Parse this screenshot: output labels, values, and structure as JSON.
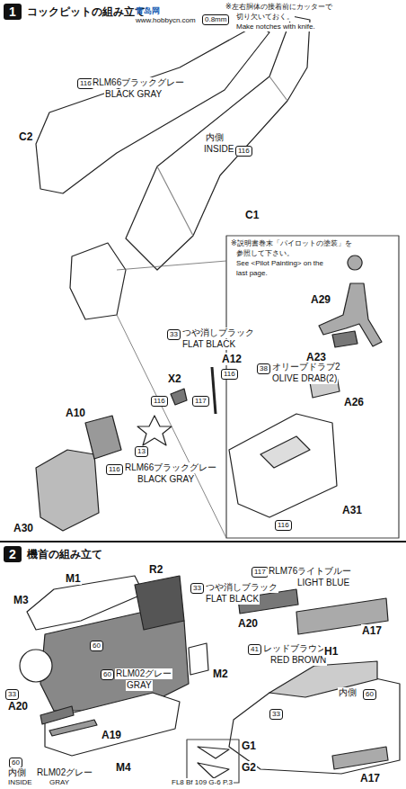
{
  "diagram": {
    "nodes": [
      {
        "text": [
          "1",
          "コックピットの組み立て"
        ]
      },
      {
        "text": [
          "2",
          "機首の組み立て"
        ]
      }
    ],
    "labels": [
      "青岛网",
      "www.hobbycn.com",
      "116",
      "RLM66ブラックグレー",
      "BLACK GRAY",
      "C2",
      "C1",
      "0.8mm",
      "※左右胴体の接着前にカッターで",
      "切り欠いておく。",
      "Make notches with knife.",
      "内側",
      "INSIDE",
      "116",
      "※説明書巻末「パイロットの塗装」を",
      "参照して下さい。",
      "See <Pilot Painting> on the",
      "last page.",
      "A29",
      "A23",
      "33",
      "つや消しブラック",
      "FLAT BLACK",
      "A12",
      "116",
      "38",
      "オリーブドラブ2",
      "OLIVE DRAB(2)",
      "A26",
      "X2",
      "116",
      "117",
      "A10",
      "13",
      "116",
      "RLM66ブラックグレー",
      "BLACK GRAY",
      "A30",
      "A31",
      "116",
      "M1",
      "R2",
      "33",
      "つや消しブラック",
      "FLAT BLACK",
      "A20",
      "117",
      "RLM76ライトブルー",
      "LIGHT BLUE",
      "M3",
      "60",
      "A17",
      "41",
      "レッドブラウン",
      "RED BROWN",
      "60",
      "RLM02グレー",
      "GRAY",
      "M2",
      "H1",
      "内側",
      "60",
      "33",
      "33",
      "A20",
      "A19",
      "G1",
      "G2",
      "60",
      "内側",
      "INSIDE",
      "RLM02グレー",
      "GRAY",
      "M4",
      "A17",
      "FL8 Bf 109 G-6 P.3"
    ]
  }
}
